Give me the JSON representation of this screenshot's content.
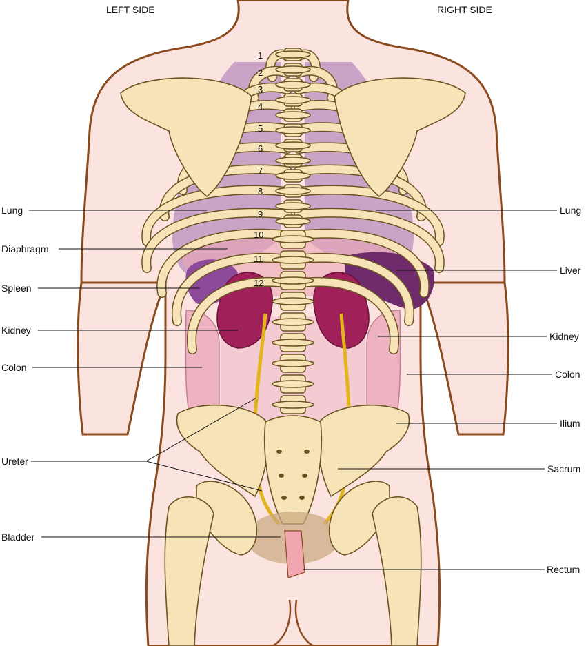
{
  "side_labels": {
    "left": "LEFT SIDE",
    "right": "RIGHT SIDE"
  },
  "left_labels": {
    "lung": "Lung",
    "diaphragm": "Diaphragm",
    "spleen": "Spleen",
    "kidney": "Kidney",
    "colon": "Colon",
    "ureter": "Ureter",
    "bladder": "Bladder"
  },
  "right_labels": {
    "lung": "Lung",
    "liver": "Liver",
    "kidney": "Kidney",
    "colon": "Colon",
    "ilium": "Ilium",
    "sacrum": "Sacrum",
    "rectum": "Rectum"
  },
  "rib_numbers": [
    "1",
    "2",
    "3",
    "4",
    "5",
    "6",
    "7",
    "8",
    "9",
    "10",
    "11",
    "12"
  ],
  "colors": {
    "skin": "#fbe3e0",
    "outline": "#8a4a1e",
    "bone": "#f6e3b8",
    "lung": "#c9a4c7",
    "kidney": "#a0205a",
    "liver": "#6e2a6a",
    "colon": "#eeb2c0",
    "ureter": "#e3b51c"
  }
}
